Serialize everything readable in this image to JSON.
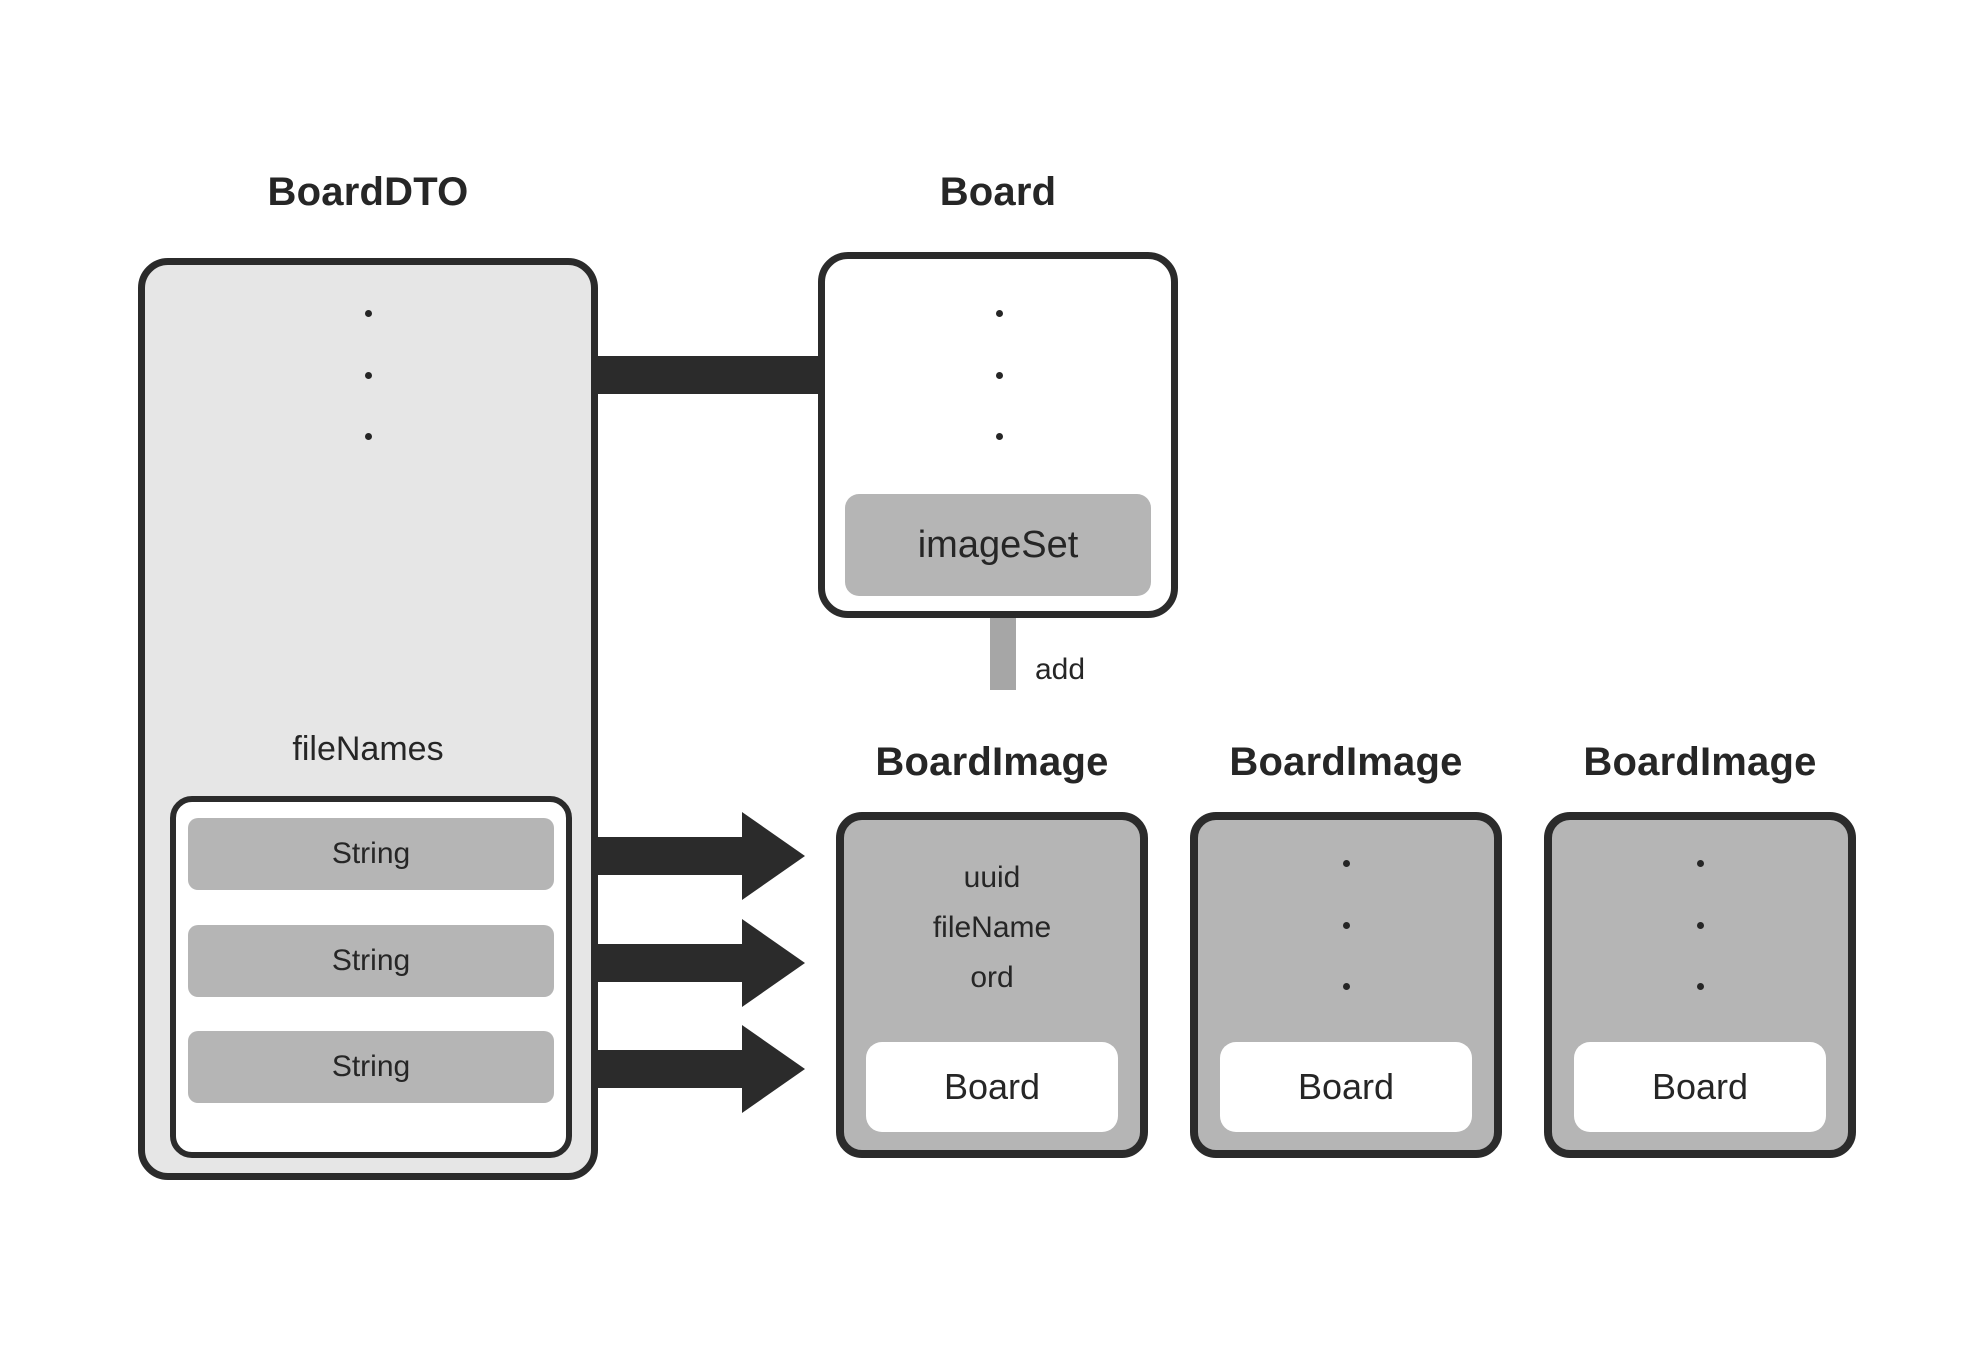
{
  "diagram": {
    "title_boarddto": "BoardDTO",
    "title_board": "Board",
    "title_boardimage_1": "BoardImage",
    "title_boardimage_2": "BoardImage",
    "title_boardimage_3": "BoardImage"
  },
  "boarddto": {
    "ellipsis": "⋮",
    "filenames_label": "fileNames",
    "items": [
      {
        "label": "String"
      },
      {
        "label": "String"
      },
      {
        "label": "String"
      }
    ]
  },
  "board": {
    "ellipsis": "⋮",
    "imageset_label": "imageSet"
  },
  "edges": {
    "add_label": "add"
  },
  "boardimages": [
    {
      "fields": "uuid\nfileName\nord",
      "field_1": "uuid",
      "field_2": "fileName",
      "field_3": "ord",
      "ref_label": "Board",
      "has_fields": true
    },
    {
      "fields": "",
      "ref_label": "Board",
      "has_fields": false
    },
    {
      "fields": "",
      "ref_label": "Board",
      "has_fields": false
    }
  ],
  "colors": {
    "stroke": "#2b2b2b",
    "dto_fill": "#e6e6e6",
    "pill_fill": "#b5b5b5",
    "white_fill": "#ffffff",
    "add_arrow": "#a6a6a6",
    "background": "#ffffff"
  }
}
